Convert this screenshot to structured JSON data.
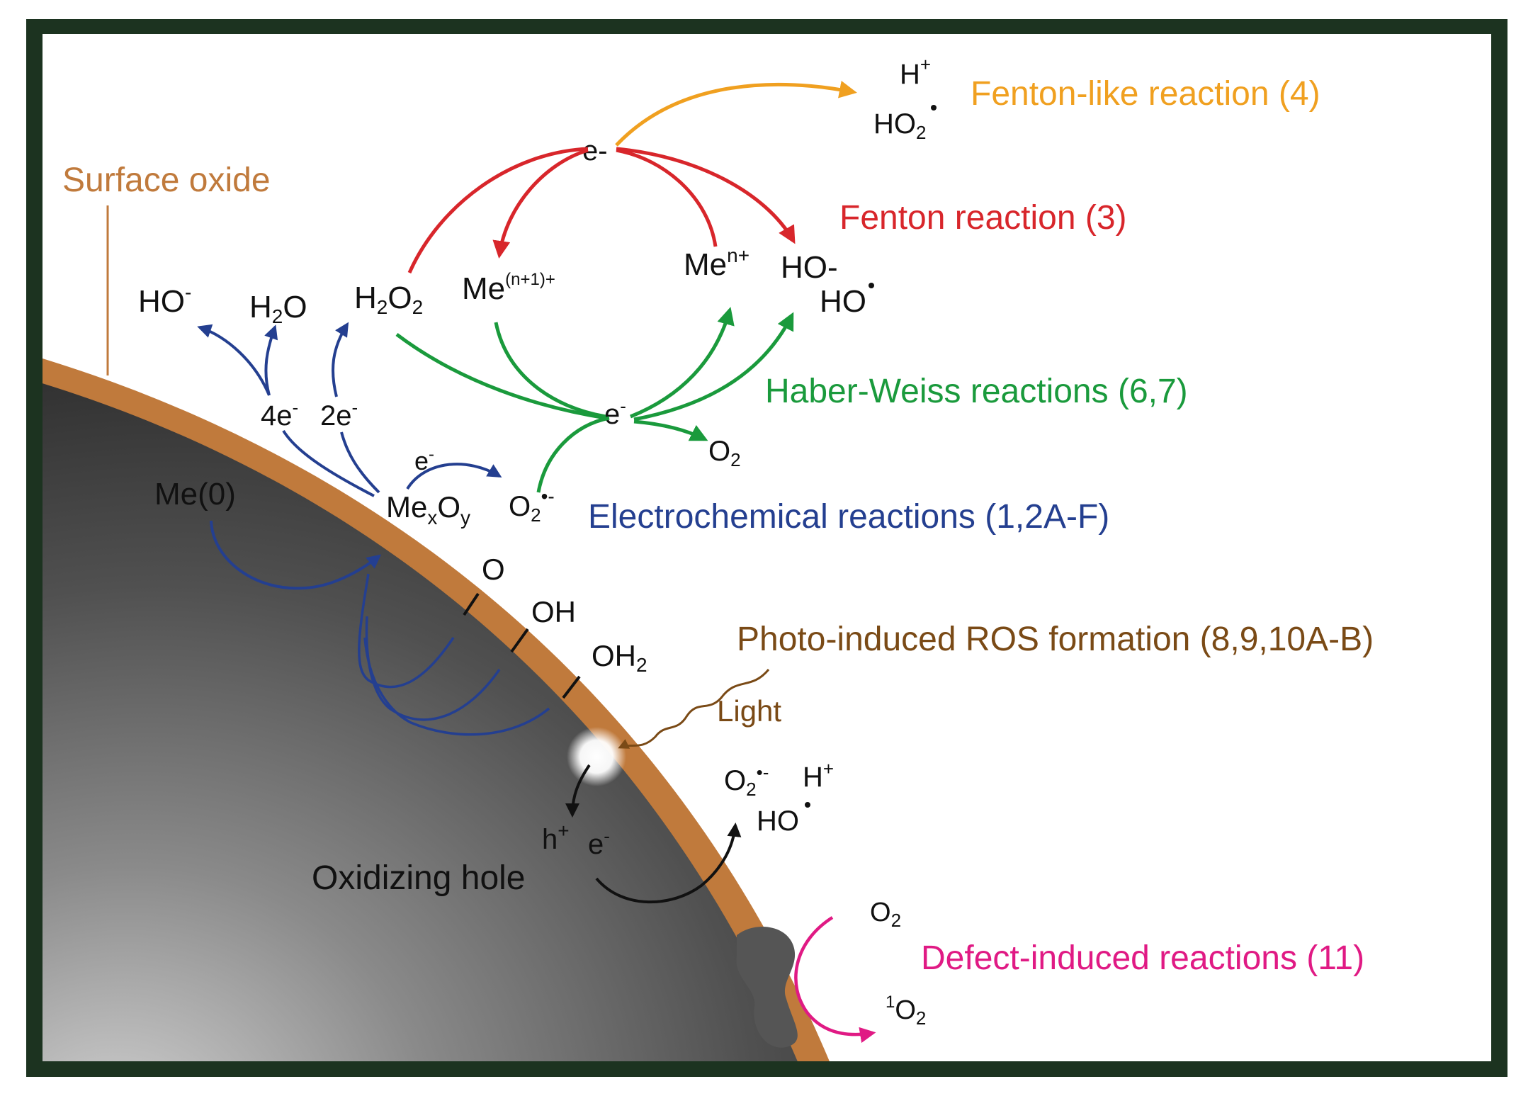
{
  "colors": {
    "frame": "#1c3320",
    "oxide": "#c07a3c",
    "blue": "#243f90",
    "red": "#d8262b",
    "orange": "#f0a020",
    "green": "#1a9a3c",
    "brown": "#7a4a16",
    "magenta": "#e01a84",
    "black": "#111111"
  },
  "labels": {
    "surface_oxide": "Surface oxide",
    "fenton_like": "Fenton-like reaction (4)",
    "fenton": "Fenton reaction (3)",
    "haber_weiss": "Haber-Weiss reactions (6,7)",
    "electrochemical": "Electrochemical reactions (1,2A-F)",
    "photo_induced": "Photo-induced ROS formation (8,9,10A-B)",
    "defect_induced": "Defect-induced reactions (11)",
    "light": "Light",
    "oxidizing_hole": "Oxidizing hole"
  },
  "species": {
    "h_plus_top": "H",
    "h_plus_top_sup": "+",
    "ho2_radical": "HO",
    "ho2_sub": "2",
    "e_top": "e-",
    "me_n_plus": "Me",
    "me_n_plus_sup": "n+",
    "me_n1_plus": "Me",
    "me_n1_plus_sup": "(n+1)+",
    "ho_minus_fenton": "HO-",
    "ho_radical_fenton": "HO",
    "ho_minus_left": "HO",
    "ho_minus_left_sup": "-",
    "h2o": "H",
    "h2o_sub": "2",
    "h2o_tail": "O",
    "h2o2": "H",
    "h2o2_sub1": "2",
    "h2o2_mid": "O",
    "h2o2_sub2": "2",
    "e_haber": "e",
    "e_haber_sup": "-",
    "o2_haber": "O",
    "o2_haber_sub": "2",
    "four_e": "4e",
    "four_e_sup": "-",
    "two_e": "2e",
    "two_e_sup": "-",
    "e_mexoy": "e",
    "e_mexoy_sup": "-",
    "me0": "Me(0)",
    "mexoy_me": "Me",
    "mexoy_x": "x",
    "mexoy_o": "O",
    "mexoy_y": "y",
    "o2_superoxide": "O",
    "o2_superoxide_sub": "2",
    "o2_superoxide_sup": "•-",
    "surf_o": "O",
    "surf_oh": "OH",
    "surf_oh2": "OH",
    "surf_oh2_sub": "2",
    "photo_o2": "O",
    "photo_o2_sub": "2",
    "photo_o2_sup": "•-",
    "photo_h_plus": "H",
    "photo_h_plus_sup": "+",
    "photo_ho": "HO",
    "h_hole": "h",
    "h_hole_sup": "+",
    "e_photo": "e",
    "e_photo_sup": "-",
    "defect_o2": "O",
    "defect_o2_sub": "2",
    "singlet_sup": "1",
    "singlet_o": "O",
    "singlet_sub": "2"
  }
}
